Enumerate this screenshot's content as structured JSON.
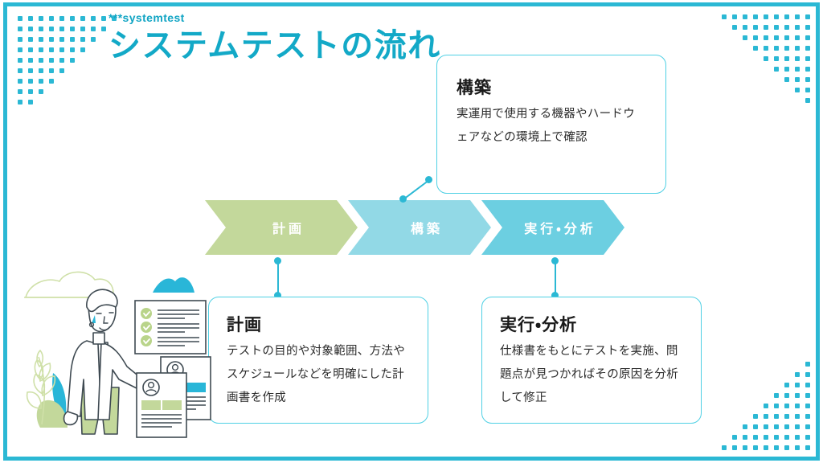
{
  "slide": {
    "eyebrow": "***systemtest",
    "title": "システムテストの流れ",
    "accent_color": "#2bb8d4",
    "title_color": "#13a9c7",
    "background_color": "#ffffff",
    "frame_color": "#2bb8d4"
  },
  "flow": {
    "steps": [
      {
        "label": "計画",
        "color": "#c3d89b"
      },
      {
        "label": "構築",
        "color": "#92d9e6"
      },
      {
        "label": "実行・分析",
        "color": "#6ccfe1"
      }
    ]
  },
  "cards": [
    {
      "id": "build",
      "heading": "構築",
      "body": "実運用で使用する機器やハードウェアなどの環境上で確認",
      "border_color": "#4fd0e4"
    },
    {
      "id": "plan",
      "heading": "計画",
      "body": "テストの目的や対象範囲、方法やスケジュールなどを明確にした計画書を作成",
      "border_color": "#4fd0e4"
    },
    {
      "id": "exec",
      "heading": "実行・分析",
      "body": "仕様書をもとにテストを実施、問題点が見つかればその原因を分析して修正",
      "border_color": "#4fd0e4"
    }
  ],
  "illustration": {
    "alt": "チェックリストと書類を示す人物のイラスト",
    "colors": {
      "line": "#3f4a52",
      "green": "#c3d89b",
      "cyan": "#29b6d8",
      "check": "#b9d48a"
    }
  },
  "decorations": {
    "dot_color": "#2bb8d4",
    "corners": [
      "top-left",
      "top-right",
      "bottom-right"
    ]
  }
}
